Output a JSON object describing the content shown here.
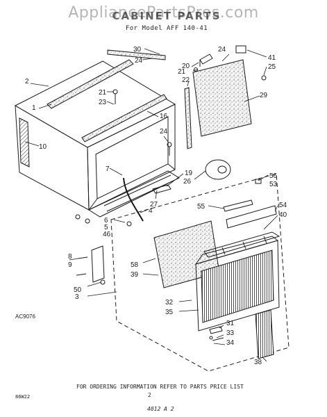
{
  "header": {
    "watermark": "AppliancePartsPros.com",
    "title": "CABINET PARTS",
    "model": "For Model AFF 140-41"
  },
  "diagram_code": "AC9076",
  "footer": {
    "ordering_note": "FOR ORDERING INFORMATION REFER TO PARTS PRICE LIST",
    "left_code": "86W22",
    "page_number": "2",
    "bottom_code": "4012 A 2"
  },
  "callouts": [
    {
      "id": "2",
      "text": "2"
    },
    {
      "id": "1",
      "text": "1"
    },
    {
      "id": "30",
      "text": "30"
    },
    {
      "id": "24a",
      "text": "24"
    },
    {
      "id": "21a",
      "text": "21"
    },
    {
      "id": "23",
      "text": "23"
    },
    {
      "id": "22",
      "text": "22"
    },
    {
      "id": "20",
      "text": "20"
    },
    {
      "id": "24b",
      "text": "24"
    },
    {
      "id": "21b",
      "text": "21"
    },
    {
      "id": "41",
      "text": "41"
    },
    {
      "id": "25",
      "text": "25"
    },
    {
      "id": "29",
      "text": "29"
    },
    {
      "id": "16",
      "text": "16"
    },
    {
      "id": "10",
      "text": "10"
    },
    {
      "id": "24c",
      "text": "24"
    },
    {
      "id": "7",
      "text": "7"
    },
    {
      "id": "19",
      "text": "19"
    },
    {
      "id": "26",
      "text": "26"
    },
    {
      "id": "27",
      "text": "27"
    },
    {
      "id": "4",
      "text": "4"
    },
    {
      "id": "6",
      "text": "6"
    },
    {
      "id": "5",
      "text": "5"
    },
    {
      "id": "46",
      "text": "46"
    },
    {
      "id": "56",
      "text": "56"
    },
    {
      "id": "53",
      "text": "53"
    },
    {
      "id": "55",
      "text": "55"
    },
    {
      "id": "54",
      "text": "54"
    },
    {
      "id": "40",
      "text": "40"
    },
    {
      "id": "8",
      "text": "8"
    },
    {
      "id": "9",
      "text": "9"
    },
    {
      "id": "58",
      "text": "58"
    },
    {
      "id": "39",
      "text": "39"
    },
    {
      "id": "50",
      "text": "50"
    },
    {
      "id": "3",
      "text": "3"
    },
    {
      "id": "32",
      "text": "32"
    },
    {
      "id": "35",
      "text": "35"
    },
    {
      "id": "31",
      "text": "31"
    },
    {
      "id": "33",
      "text": "33"
    },
    {
      "id": "34",
      "text": "34"
    },
    {
      "id": "38",
      "text": "38"
    }
  ]
}
